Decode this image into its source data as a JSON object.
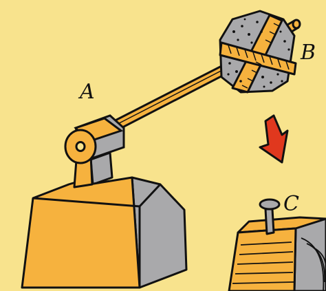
{
  "labels": {
    "pivot": "A",
    "weight": "B",
    "nail": "C"
  },
  "colors": {
    "background": "#f8e38d",
    "orange": "#f6b23e",
    "gray": "#a9a9ab",
    "dark_gray": "#8c8c8e",
    "outline": "#111111",
    "arrow": "#e0381e"
  },
  "icons": {
    "motion_arrow": "down-left-arrow-icon"
  }
}
